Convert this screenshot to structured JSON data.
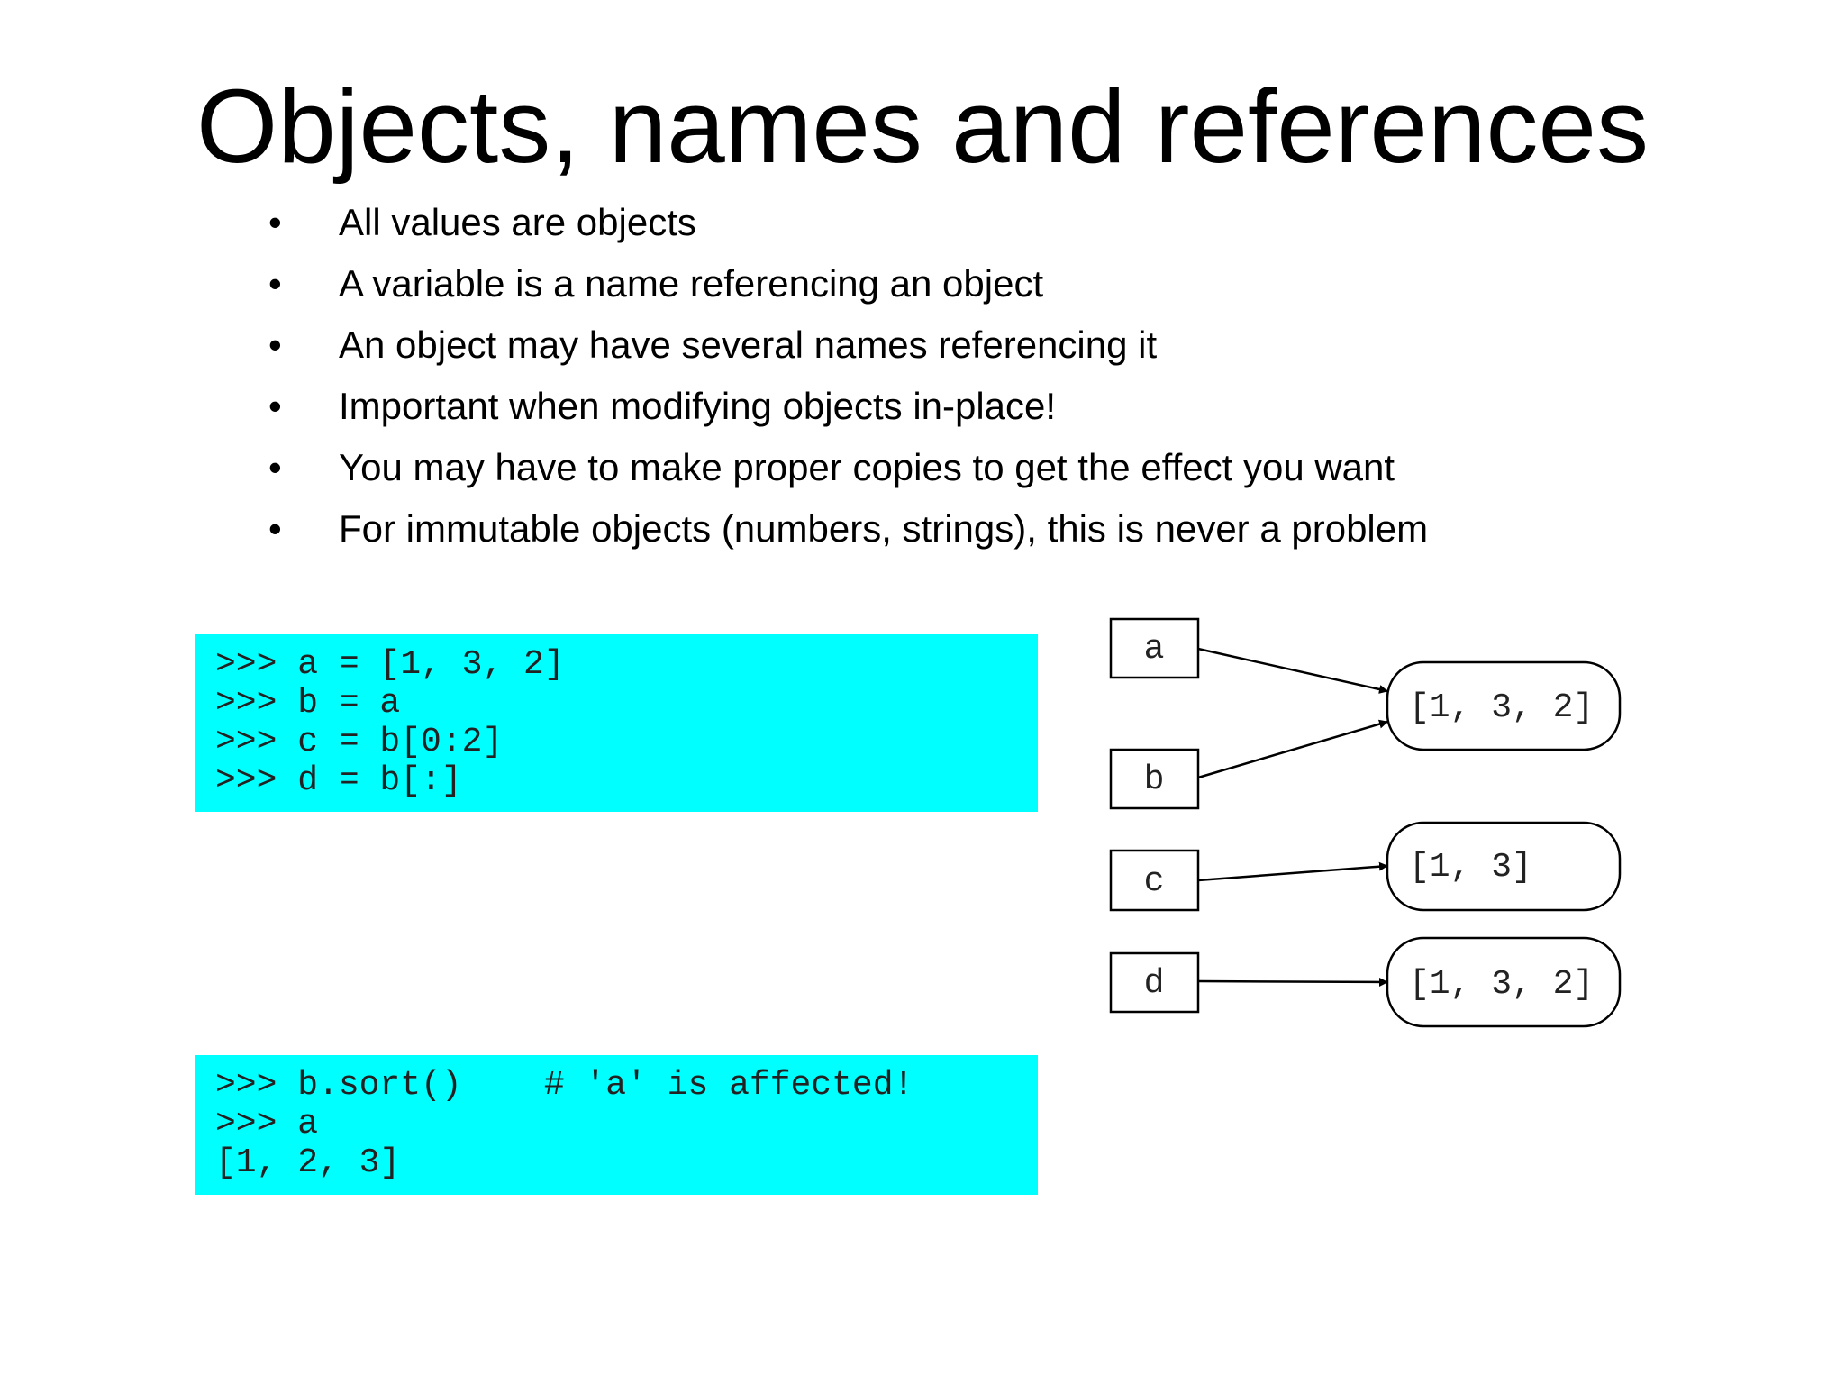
{
  "title": "Objects, names and references",
  "bullets": [
    "All values are objects",
    "A variable is a name referencing an object",
    "An object may have several names referencing it",
    "Important when modifying objects in-place!",
    "You may have to make proper copies to get the effect you want",
    "For immutable objects (numbers, strings), this is never a problem"
  ],
  "bullet_symbol": "•",
  "code_block_1": [
    ">>> a = [1, 3, 2]",
    ">>> b = a",
    ">>> c = b[0:2]",
    ">>> d = b[:]"
  ],
  "code_block_2": [
    ">>> b.sort()    # 'a' is affected!",
    ">>> a",
    "[1, 2, 3]"
  ],
  "code_background": "#00ffff",
  "diagram": {
    "names": [
      "a",
      "b",
      "c",
      "d"
    ],
    "objects": [
      "[1, 3, 2]",
      "[1, 3]",
      "[1, 3, 2]"
    ],
    "references": [
      {
        "from": "a",
        "to": 0
      },
      {
        "from": "b",
        "to": 0
      },
      {
        "from": "c",
        "to": 1
      },
      {
        "from": "d",
        "to": 2
      }
    ]
  }
}
